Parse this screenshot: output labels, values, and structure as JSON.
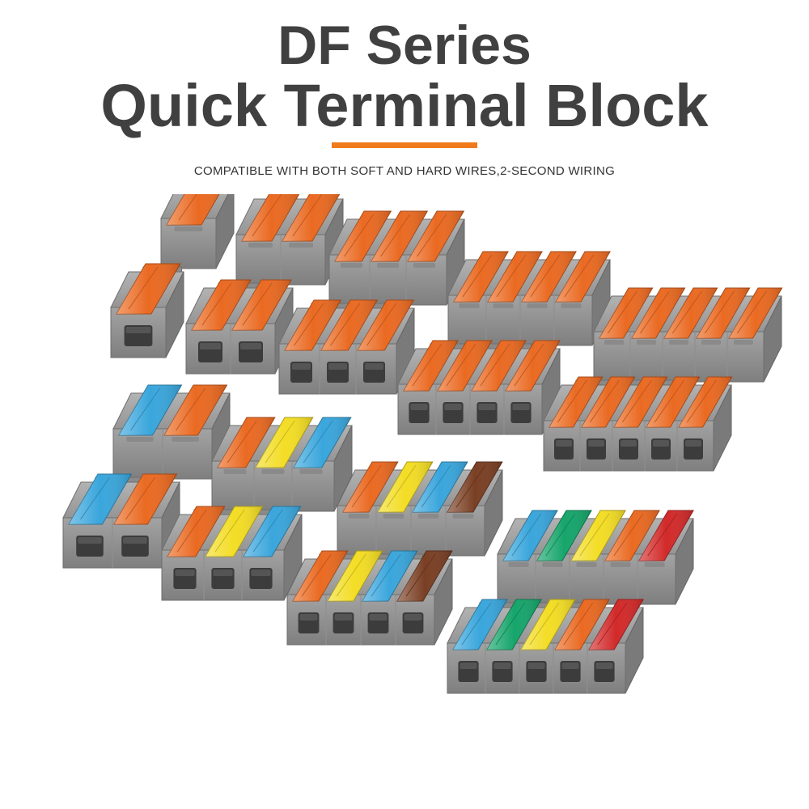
{
  "header": {
    "title_line1": "DF Series",
    "title_line2": "Quick Terminal Block",
    "subtitle": "COMPATIBLE WITH BOTH SOFT AND HARD WIRES,2-SECOND WIRING"
  },
  "colors": {
    "title": "#404040",
    "accent_bar": "#f07a1a",
    "housing": "#8c8c8c",
    "orange": "#ea6a22",
    "blue": "#3aa6dc",
    "yellow": "#f3dd25",
    "brown": "#7a3f24",
    "green": "#16a56b",
    "red": "#d22a2a"
  },
  "products": [
    {
      "ways": 1,
      "levers": [
        "orange"
      ]
    },
    {
      "ways": 2,
      "levers": [
        "orange",
        "orange"
      ]
    },
    {
      "ways": 3,
      "levers": [
        "orange",
        "orange",
        "orange"
      ]
    },
    {
      "ways": 4,
      "levers": [
        "orange",
        "orange",
        "orange",
        "orange"
      ]
    },
    {
      "ways": 5,
      "levers": [
        "orange",
        "orange",
        "orange",
        "orange",
        "orange"
      ]
    },
    {
      "ways": 2,
      "levers": [
        "blue",
        "orange"
      ]
    },
    {
      "ways": 3,
      "levers": [
        "orange",
        "yellow",
        "blue"
      ]
    },
    {
      "ways": 4,
      "levers": [
        "orange",
        "yellow",
        "blue",
        "brown"
      ]
    },
    {
      "ways": 5,
      "levers": [
        "blue",
        "green",
        "yellow",
        "orange",
        "red"
      ]
    }
  ]
}
